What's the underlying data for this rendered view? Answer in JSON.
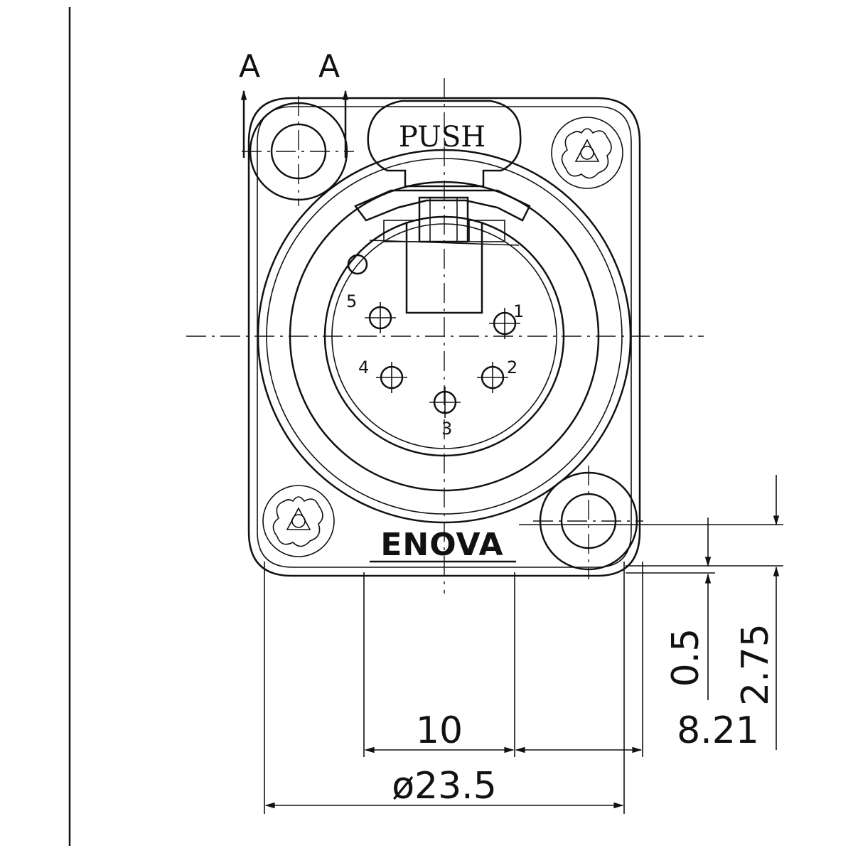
{
  "section_marks": {
    "left": "A",
    "right": "A"
  },
  "latch_label": "PUSH",
  "brand": "ENOVA",
  "pins": {
    "p1": "1",
    "p2": "2",
    "p3": "3",
    "p4": "4",
    "p5": "5"
  },
  "dimensions": {
    "inner_width": "10",
    "diameter": "ø23.5",
    "offset_small": "0.5",
    "offset_mid": "2.75",
    "offset_large": "8.21"
  }
}
